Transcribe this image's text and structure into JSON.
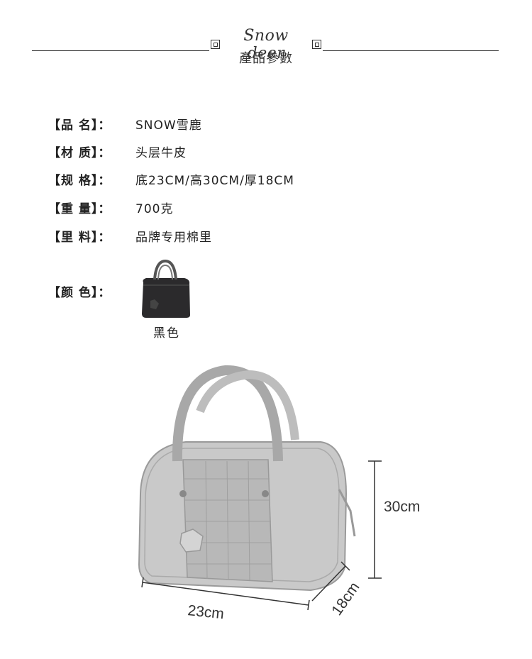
{
  "header": {
    "brand": "Snow deer",
    "subtitle": "產品參數"
  },
  "specs": [
    {
      "label": "【品  名】：",
      "value": "SNOW雪鹿"
    },
    {
      "label": "【材  质】：",
      "value": "头层牛皮"
    },
    {
      "label": "【规  格】：",
      "value": "底23CM/高30CM/厚18CM"
    },
    {
      "label": "【重  量】：",
      "value": "700克"
    },
    {
      "label": "【里  料】：",
      "value": "品牌专用棉里"
    }
  ],
  "color": {
    "label": "【颜  色】：",
    "swatch_name": "黑色",
    "swatch_color": "#2b2a2c"
  },
  "dimensions": {
    "height": "30cm",
    "width": "23cm",
    "depth": "18cm"
  }
}
